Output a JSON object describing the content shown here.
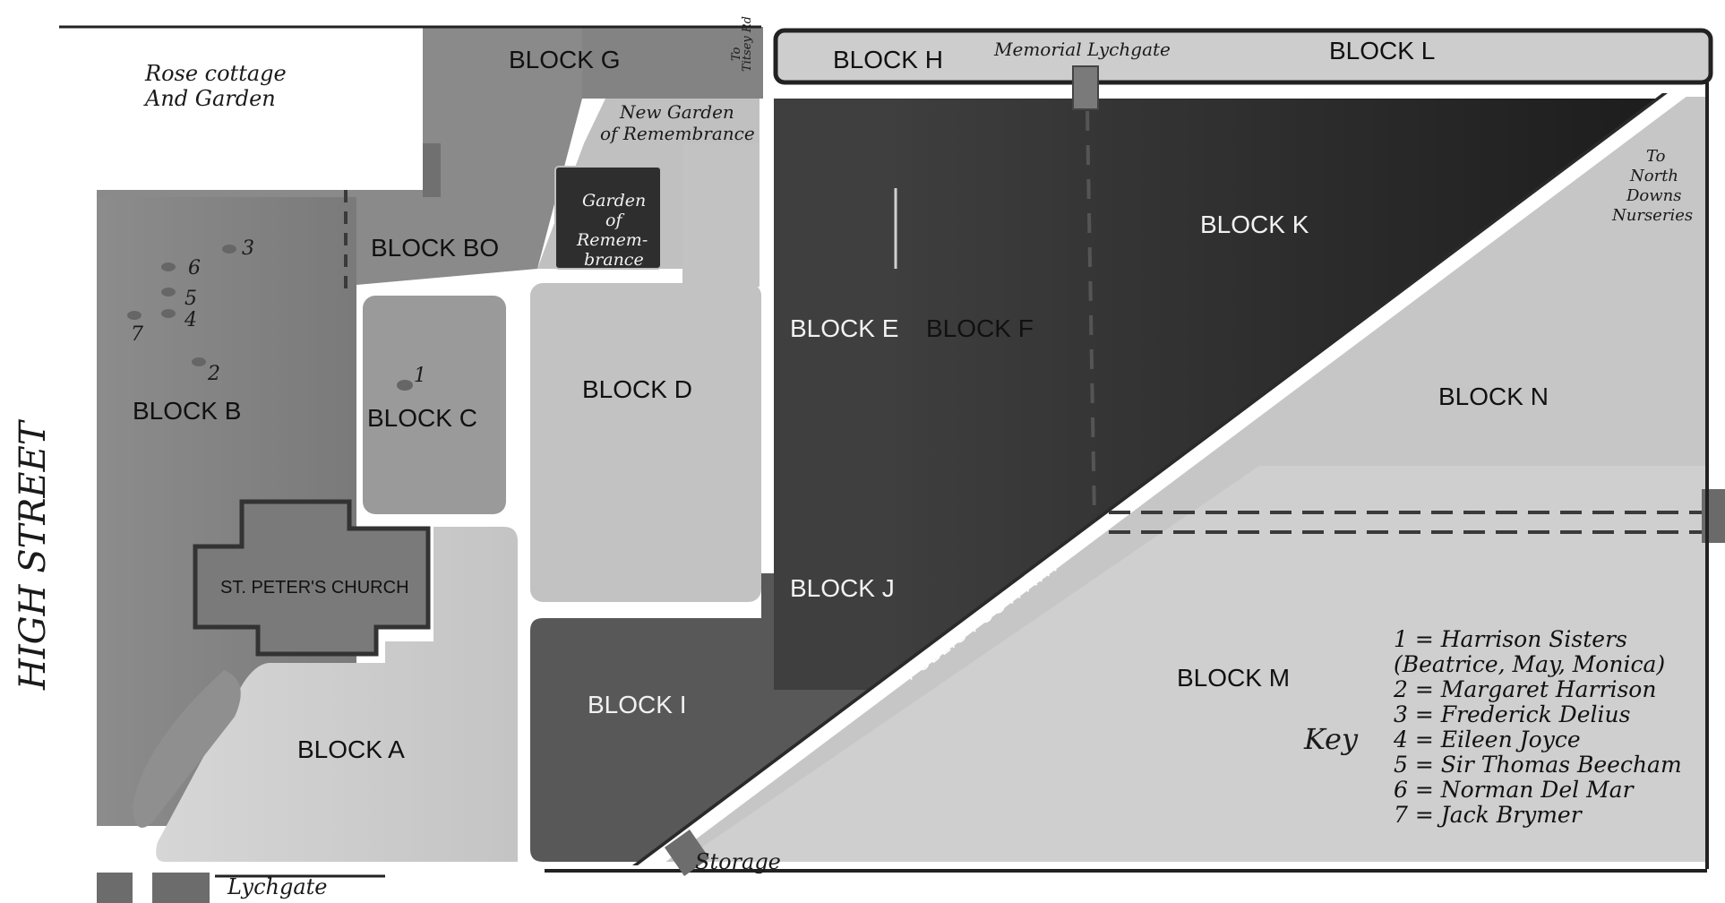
{
  "map": {
    "street_label": "HIGH STREET",
    "blocks": {
      "a": "BLOCK A",
      "b": "BLOCK B",
      "bo": "BLOCK BO",
      "c": "BLOCK C",
      "d": "BLOCK D",
      "e": "BLOCK E",
      "f": "BLOCK F",
      "g": "BLOCK G",
      "h": "BLOCK H",
      "i": "BLOCK I",
      "j": "BLOCK J",
      "k": "BLOCK K",
      "l": "BLOCK L",
      "m": "BLOCK M",
      "n": "BLOCK N"
    },
    "places": {
      "church": "ST. PETER'S CHURCH",
      "rose_cottage_1": "Rose cottage",
      "rose_cottage_2": "And Garden",
      "new_garden_1": "New Garden",
      "new_garden_2": "of Remembrance",
      "garden_1": "Garden",
      "garden_2": "of",
      "garden_3": "Remem-",
      "garden_4": "brance",
      "memorial_lychgate": "Memorial Lychgate",
      "lychgate": "Lychgate",
      "storage": "Storage",
      "footpath": "PUBLIC FOOTPATH",
      "road_1": "To",
      "road_2": "Titsey Rd",
      "nurseries_1": "To",
      "nurseries_2": "North",
      "nurseries_3": "Downs",
      "nurseries_4": "Nurseries"
    },
    "graves": [
      "1",
      "2",
      "3",
      "4",
      "5",
      "6",
      "7"
    ],
    "key": {
      "title": "Key",
      "entries": [
        "1 = Harrison Sisters",
        "(Beatrice, May, Monica)",
        "2 = Margaret Harrison",
        "3 = Frederick Delius",
        "4 = Eileen Joyce",
        "5 = Sir Thomas Beecham",
        "6 = Norman Del Mar",
        "7 = Jack Brymer"
      ]
    }
  }
}
